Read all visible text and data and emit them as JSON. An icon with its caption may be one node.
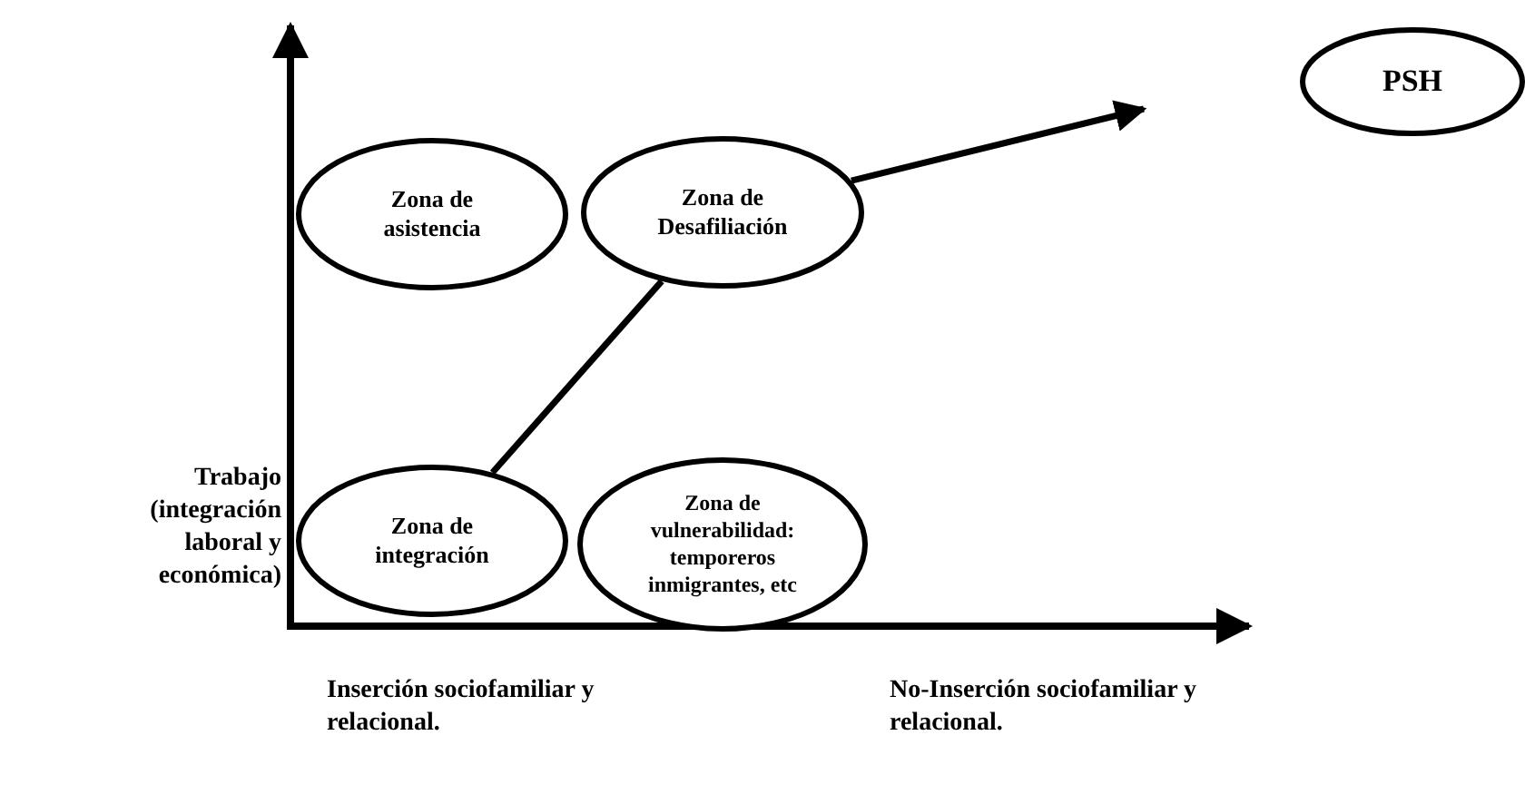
{
  "diagram": {
    "nodes": [
      {
        "text": [
          "PSH"
        ]
      },
      {
        "text": [
          "Zona de asistencia"
        ]
      },
      {
        "text": [
          "Zona de Desafiliación"
        ]
      },
      {
        "text": [
          "Zona de integración"
        ]
      },
      {
        "text": [
          "Zona de vulnerabilidad: temporeros inmigrantes, etc"
        ]
      }
    ],
    "edges": [
      {
        "from": 3,
        "to": 2,
        "arrow": "none"
      },
      {
        "from": 2,
        "to": null,
        "arrow": "to"
      }
    ],
    "labels": [
      "Trabajo (integración laboral y económica)",
      "Inserción sociofamiliar y relacional.",
      "No-Inserción sociofamiliar y relacional."
    ]
  }
}
